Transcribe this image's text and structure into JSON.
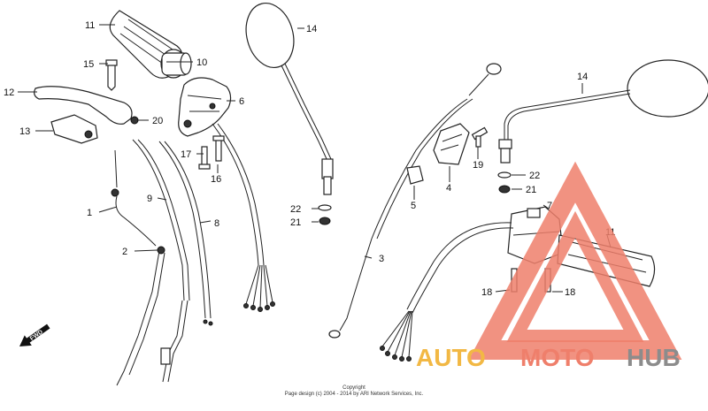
{
  "diagram": {
    "labels": {
      "l1": "1",
      "l2": "2",
      "l3": "3",
      "l4": "4",
      "l5": "5",
      "l6": "6",
      "l7": "7",
      "l8": "8",
      "l9": "9",
      "l10": "10",
      "l11a": "11",
      "l11b": "11",
      "l12": "12",
      "l13": "13",
      "l14a": "14",
      "l14b": "14",
      "l15": "15",
      "l16": "16",
      "l17": "17",
      "l18a": "18",
      "l18b": "18",
      "l19": "19",
      "l20": "20",
      "l21a": "21",
      "l21b": "21",
      "l22a": "22",
      "l22b": "22"
    },
    "fwd": "FWD",
    "copyright_line1": "Copyright",
    "copyright_line2": "Page design (c) 2004 - 2014 by ARI Network Services, Inc.",
    "watermark": {
      "auto": "AUTO",
      "moto": "MOTO",
      "hub": "HUB",
      "colors": {
        "auto": "#f2b844",
        "moto": "#ef7f6b",
        "hub": "#8c8c8c",
        "triangle": "#ef7f6b"
      }
    }
  }
}
